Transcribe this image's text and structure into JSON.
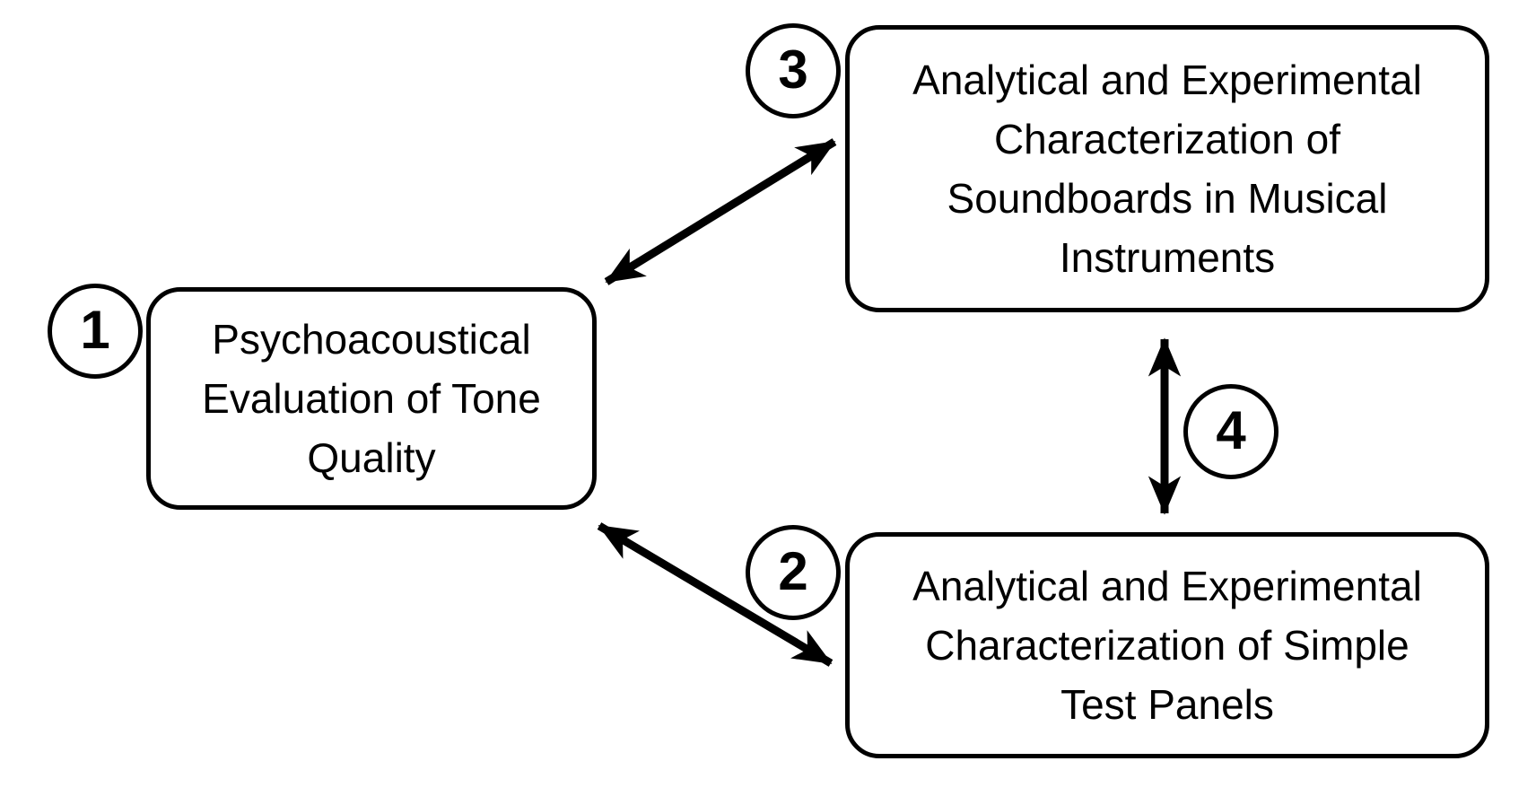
{
  "palette": {
    "ink": "#000000",
    "background": "#ffffff"
  },
  "nodes": {
    "tone_quality": {
      "badge": "1",
      "label": "Psychoacoustical\nEvaluation of Tone\nQuality"
    },
    "test_panels": {
      "badge": "2",
      "label": "Analytical and Experimental\nCharacterization of Simple\nTest Panels"
    },
    "soundboards": {
      "badge": "3",
      "label": "Analytical and Experimental\nCharacterization of\nSoundboards in Musical\nInstruments"
    }
  },
  "edges": [
    {
      "from": "1",
      "to": "3",
      "style": "double-arrow",
      "badge": ""
    },
    {
      "from": "1",
      "to": "2",
      "style": "double-arrow",
      "badge": ""
    },
    {
      "from": "3",
      "to": "2",
      "style": "double-arrow",
      "badge": "4"
    }
  ]
}
